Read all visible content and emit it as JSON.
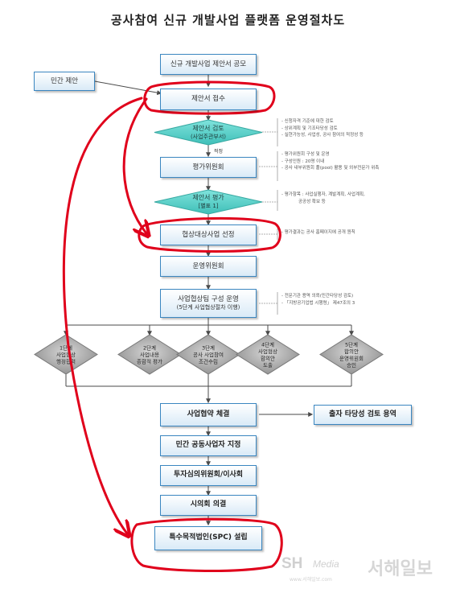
{
  "title": "공사참여 신규 개발사업 플랫폼 운영절차도",
  "boxes": {
    "proposal_submit": "신규 개발사업 제안서 공모",
    "private_proposal": "민간 제안",
    "proposal_receipt": "제안서 접수",
    "proposal_review": [
      "제안서 검토",
      "(사업주관부서)"
    ],
    "eval_committee": "평가위원회",
    "proposal_eval": [
      "제안서 평가",
      "[별표 1]"
    ],
    "negotiation_select": "협상대상사업 선정",
    "operation_committee": "운영위원회",
    "negotiation_team": [
      "사업협상팀 구성 운영",
      "(5단계 사업협상절차 이행)"
    ],
    "execution_contract": "사업협약 체결",
    "feasibility_service": "출자 타당성 검토 용역",
    "co_operator": "민간 공동사업자 지정",
    "investment_review": "투자심의위원회/이사회",
    "council_resolution": "시의회 의결",
    "spc_establish": "특수목적법인(SPC) 설립"
  },
  "stages": [
    [
      "1단계",
      "사업협상",
      "행정협력"
    ],
    [
      "2단계",
      "사업내용",
      "종합적 평가"
    ],
    [
      "3단계",
      "공사 사업참여",
      "조건수립"
    ],
    [
      "4단계",
      "사업협상",
      "합의안",
      "도출"
    ],
    [
      "5단계",
      "합의안",
      "운영위원회",
      "승인"
    ]
  ],
  "notes": {
    "review": [
      "- 신청자격 기준에 대한 검토",
      "- 상위계획 및 기조타당성 검토",
      "  - 실현가능성, 사업성, 공사 참여의 적정성 등"
    ],
    "review_arrow": "적정",
    "committee": [
      "- 평가위원회 구성 및 운영",
      "- 구성인원 : 20명 이내",
      "- 공사 내부위원회 풀(pool) 활용 및 외부전문가 위촉"
    ],
    "evaluation": [
      "- 평가항목 : 사업실행자, 계발계획, 사업계획,",
      "            공공성 확보 등"
    ],
    "selection": [
      "- 평가결과는 공사 홈페이지에 공개 원칙"
    ],
    "team": [
      "- 전문기관 용역 의뢰(민간타당성 검토)",
      "- 「지방공기업법 시행령」 제47조의 3"
    ]
  },
  "watermark": {
    "logo": "SH",
    "media": "Media",
    "site": "www.서해일보.com",
    "brand": "서해일보"
  },
  "colors": {
    "box_border": "#3a86c0",
    "diamond_fill": "#5fd3cc",
    "stage_fill": "#a9a9a9",
    "highlight_red": "#e0001b",
    "note_border": "#999999"
  }
}
